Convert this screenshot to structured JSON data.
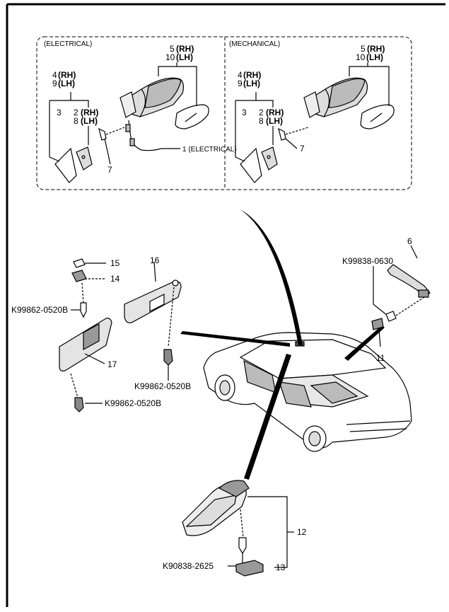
{
  "sections": {
    "electrical": "(ELECTRICAL)",
    "mechanical": "(MECHANICAL)"
  },
  "labels": {
    "e_5": "5",
    "e_rh_5": "(RH)",
    "e_10": "10",
    "e_lh_10": "(LH)",
    "e_4": "4",
    "e_rh_4": "(RH)",
    "e_9": "9",
    "e_lh_9": "(LH)",
    "e_3": "3",
    "e_2": "2",
    "e_rh_2": "(RH)",
    "e_8": "8",
    "e_lh_8": "(LH)",
    "e_7": "7",
    "e_1": "1 (ELECTRICAL)",
    "m_5": "5",
    "m_rh_5": "(RH)",
    "m_10": "10",
    "m_lh_10": "(LH)",
    "m_4": "4",
    "m_rh_4": "(RH)",
    "m_9": "9",
    "m_lh_9": "(LH)",
    "m_3": "3",
    "m_2": "2",
    "m_rh_2": "(RH)",
    "m_8": "8",
    "m_lh_8": "(LH)",
    "m_7": "7",
    "p_15": "15",
    "p_14": "14",
    "p_16": "16",
    "p_17": "17",
    "p_6": "6",
    "p_11": "11",
    "p_12": "12",
    "p_13": "13",
    "k_0520b_a": "K99862-0520B",
    "k_0520b_b": "K99862-0520B",
    "k_0520b_c": "K99862-0520B",
    "k_0630": "K99838-0630",
    "k_2625": "K90838-2625"
  }
}
